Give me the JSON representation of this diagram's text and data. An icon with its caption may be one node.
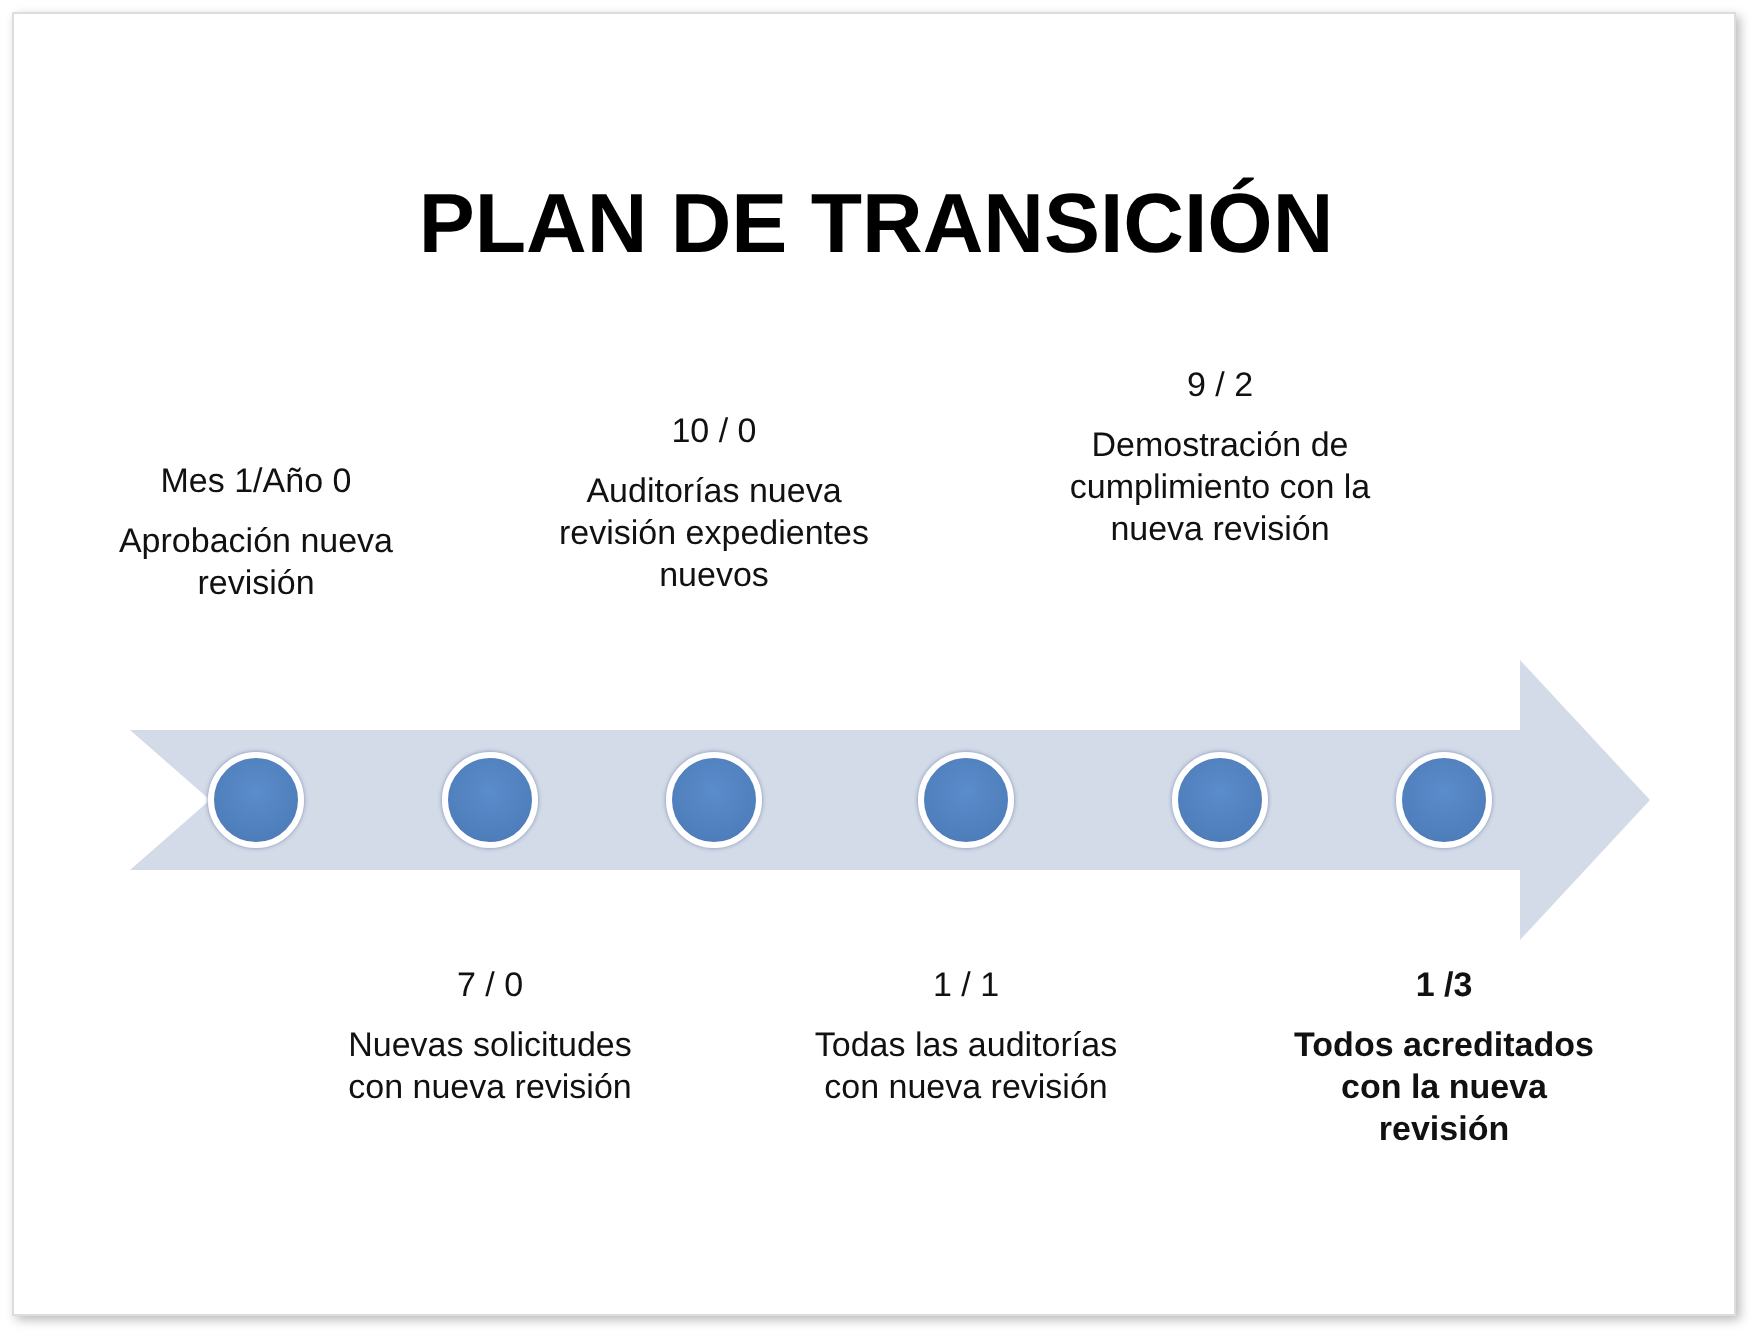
{
  "diagram": {
    "title": "PLAN DE TRANSICIÓN",
    "nodes": [
      {
        "text": [],
        "shape": "circle",
        "beside": [
          "Mes 1/Año 0",
          "Aprobación nueva revisión"
        ]
      },
      {
        "text": [],
        "shape": "circle",
        "beside": [
          "7 / 0",
          "Nuevas solicitudes con nueva revisión"
        ]
      },
      {
        "text": [],
        "shape": "circle",
        "beside": [
          "10 / 0",
          "Auditorías nueva revisión expedientes nuevos"
        ]
      },
      {
        "text": [],
        "shape": "circle",
        "beside": [
          "1 / 1",
          "Todas las auditorías con nueva revisión"
        ]
      },
      {
        "text": [],
        "shape": "circle",
        "beside": [
          "9 / 2",
          "Demostración de cumplimiento con la nueva revisión"
        ]
      },
      {
        "text": [],
        "shape": "circle",
        "beside": [
          "1 /3",
          "Todos acreditados con la nueva revisión"
        ]
      }
    ]
  }
}
